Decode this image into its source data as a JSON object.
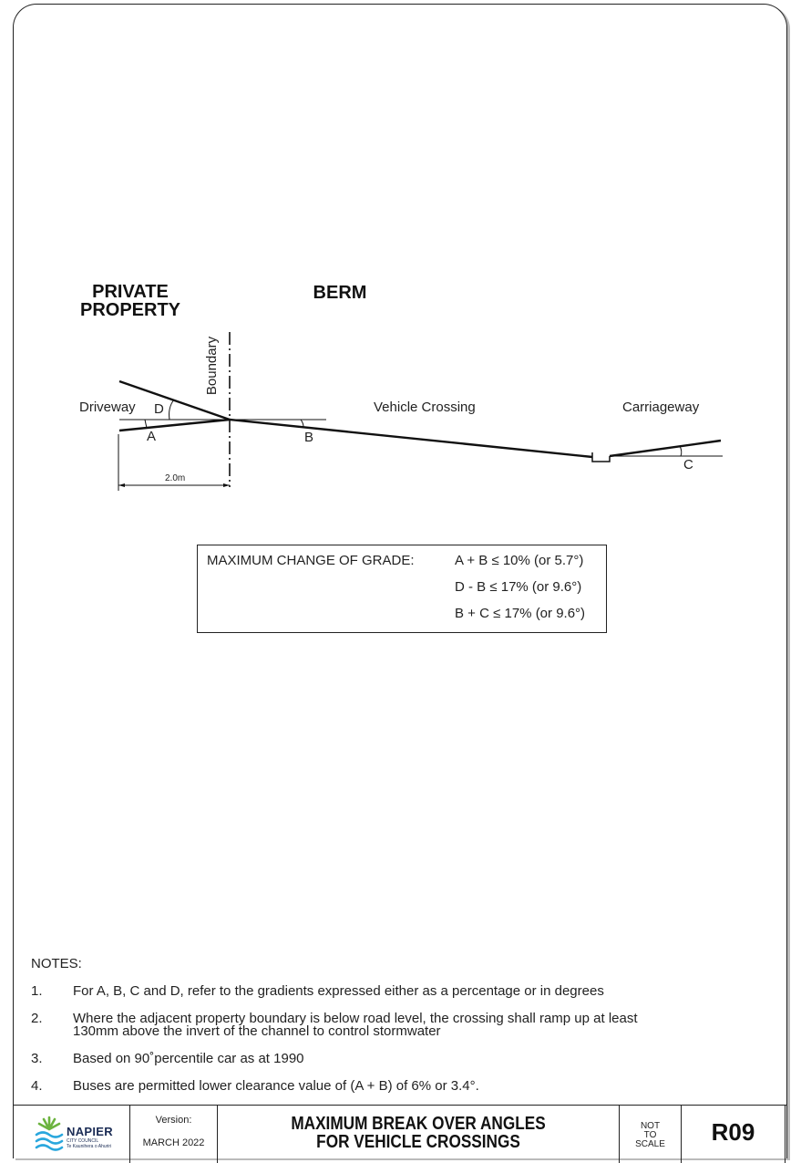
{
  "headings": {
    "private_line1": "PRIVATE",
    "private_line2": "PROPERTY",
    "berm": "BERM"
  },
  "diagram": {
    "boundary": "Boundary",
    "driveway": "Driveway",
    "vehicle_crossing": "Vehicle Crossing",
    "carriageway": "Carriageway",
    "angle_a": "A",
    "angle_b": "B",
    "angle_c": "C",
    "angle_d": "D",
    "dimension": "2.0m"
  },
  "grade_box": {
    "caption": "MAXIMUM CHANGE OF GRADE:",
    "rules": [
      "A + B ≤ 10% (or 5.7°)",
      "D - B ≤ 17% (or 9.6°)",
      "B + C ≤ 17% (or 9.6°)"
    ]
  },
  "notes": {
    "title": "NOTES:",
    "items": [
      {
        "num": "1.",
        "text": "For A, B, C and D, refer to the gradients expressed either as a percentage or in degrees"
      },
      {
        "num": "2.",
        "text": "Where the adjacent property boundary is below road level, the crossing shall ramp up at least 130mm above the invert of the channel to control stormwater"
      },
      {
        "num": "3.",
        "text": "Based on 90˚percentile car as at 1990"
      },
      {
        "num": "4.",
        "text": "Buses are permitted lower clearance value of (A + B) of 6% or 3.4°."
      }
    ]
  },
  "title_block": {
    "logo_name": "NAPIER",
    "logo_sub1": "CITY COUNCIL",
    "logo_sub2": "Te Kaunihera o Ahuriri",
    "version_label": "Version:",
    "version_value": "MARCH 2022",
    "title_line1": "MAXIMUM BREAK OVER ANGLES",
    "title_line2": "FOR VEHICLE CROSSINGS",
    "scale_line1": "NOT",
    "scale_line2": "TO",
    "scale_line3": "SCALE",
    "code": "R09"
  },
  "colors": {
    "ink": "#111111",
    "logo_green": "#6cb33f",
    "logo_blue": "#2aa7dd",
    "logo_navy": "#1b2c55"
  }
}
